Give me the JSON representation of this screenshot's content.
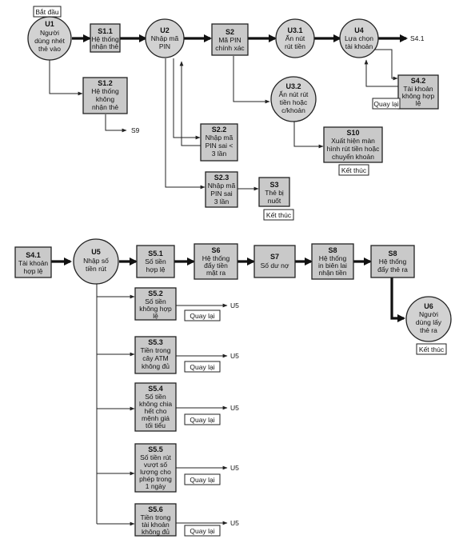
{
  "diagram": {
    "part1": {
      "start_tag": "Bắt đầu",
      "nodes": {
        "u1": {
          "id": "U1",
          "lines": [
            "Người",
            "dùng nhét",
            "thẻ vào"
          ]
        },
        "s1_1": {
          "id": "S1.1",
          "lines": [
            "Hệ thống",
            "nhận thẻ"
          ]
        },
        "s1_2": {
          "id": "S1.2",
          "lines": [
            "Hệ thống",
            "không",
            "nhận thẻ"
          ]
        },
        "u2": {
          "id": "U2",
          "lines": [
            "Nhập mã",
            "PIN"
          ]
        },
        "s2": {
          "id": "S2",
          "lines": [
            "Mã PIN",
            "chính xác"
          ]
        },
        "u3_1": {
          "id": "U3.1",
          "lines": [
            "Ấn nút",
            "rút tiền"
          ]
        },
        "u4": {
          "id": "U4",
          "lines": [
            "Lựa chọn",
            "tài khoản"
          ]
        },
        "s4_2": {
          "id": "S4.2",
          "lines": [
            "Tài khoản",
            "không hợp",
            "lệ"
          ]
        },
        "u3_2": {
          "id": "U3.2",
          "lines": [
            "Ấn nút rút",
            "tiền hoặc",
            "c/khoản"
          ]
        },
        "s10": {
          "id": "S10",
          "lines": [
            "Xuất hiện màn",
            "hình rút tiền hoặc",
            "chuyển khoản"
          ]
        },
        "s2_2": {
          "id": "S2.2",
          "lines": [
            "Nhập mã",
            "PIN sai <",
            "3 lần"
          ]
        },
        "s2_3": {
          "id": "S2.3",
          "lines": [
            "Nhập mã",
            "PIN sai",
            "3 lần"
          ]
        },
        "s3": {
          "id": "S3",
          "lines": [
            "Thẻ bị",
            "nuốt"
          ]
        }
      },
      "tags": {
        "back_s4_2": "Quay lại",
        "end_s10": "Kết thúc",
        "end_s3": "Kết thúc"
      },
      "exits": {
        "s4_1": "S4.1",
        "s9": "S9"
      }
    },
    "part2": {
      "nodes": {
        "s4_1": {
          "id": "S4.1",
          "lines": [
            "Tài khoản",
            "hợp lệ"
          ]
        },
        "u5": {
          "id": "U5",
          "lines": [
            "Nhập số",
            "tiền rút"
          ]
        },
        "s5_1": {
          "id": "S5.1",
          "lines": [
            "Số tiền",
            "hợp lệ"
          ]
        },
        "s6": {
          "id": "S6",
          "lines": [
            "Hệ thống",
            "đẩy tiền",
            "mặt ra"
          ]
        },
        "s7": {
          "id": "S7",
          "lines": [
            "Số dư nợ"
          ]
        },
        "s8a": {
          "id": "S8",
          "lines": [
            "Hệ thống",
            "in biên lai",
            "nhận tiền"
          ]
        },
        "s8b": {
          "id": "S8",
          "lines": [
            "Hệ thống",
            "đẩy thẻ ra"
          ]
        },
        "u6": {
          "id": "U6",
          "lines": [
            "Người",
            "dùng lấy",
            "thẻ ra"
          ]
        },
        "s5_2": {
          "id": "S5.2",
          "lines": [
            "Số tiền",
            "không hợp",
            "lệ"
          ]
        },
        "s5_3": {
          "id": "S5.3",
          "lines": [
            "Tiền trong",
            "cây ATM",
            "không đủ"
          ]
        },
        "s5_4": {
          "id": "S5.4",
          "lines": [
            "Số tiền",
            "không chia",
            "hết cho",
            "mệnh giá",
            "tối tiểu"
          ]
        },
        "s5_5": {
          "id": "S5.5",
          "lines": [
            "Số tiền rút",
            "vượt số",
            "lượng cho",
            "phép trong",
            "1 ngày"
          ]
        },
        "s5_6": {
          "id": "S5.6",
          "lines": [
            "Tiền trong",
            "tài khoản",
            "không đủ"
          ]
        }
      },
      "tags": {
        "end_u6": "Kết thúc",
        "back_s5_2": "Quay lại",
        "back_s5_3": "Quay lại",
        "back_s5_4": "Quay lại",
        "back_s5_5": "Quay lại",
        "back_s5_6": "Quay lại"
      },
      "exit_label": "U5"
    }
  }
}
